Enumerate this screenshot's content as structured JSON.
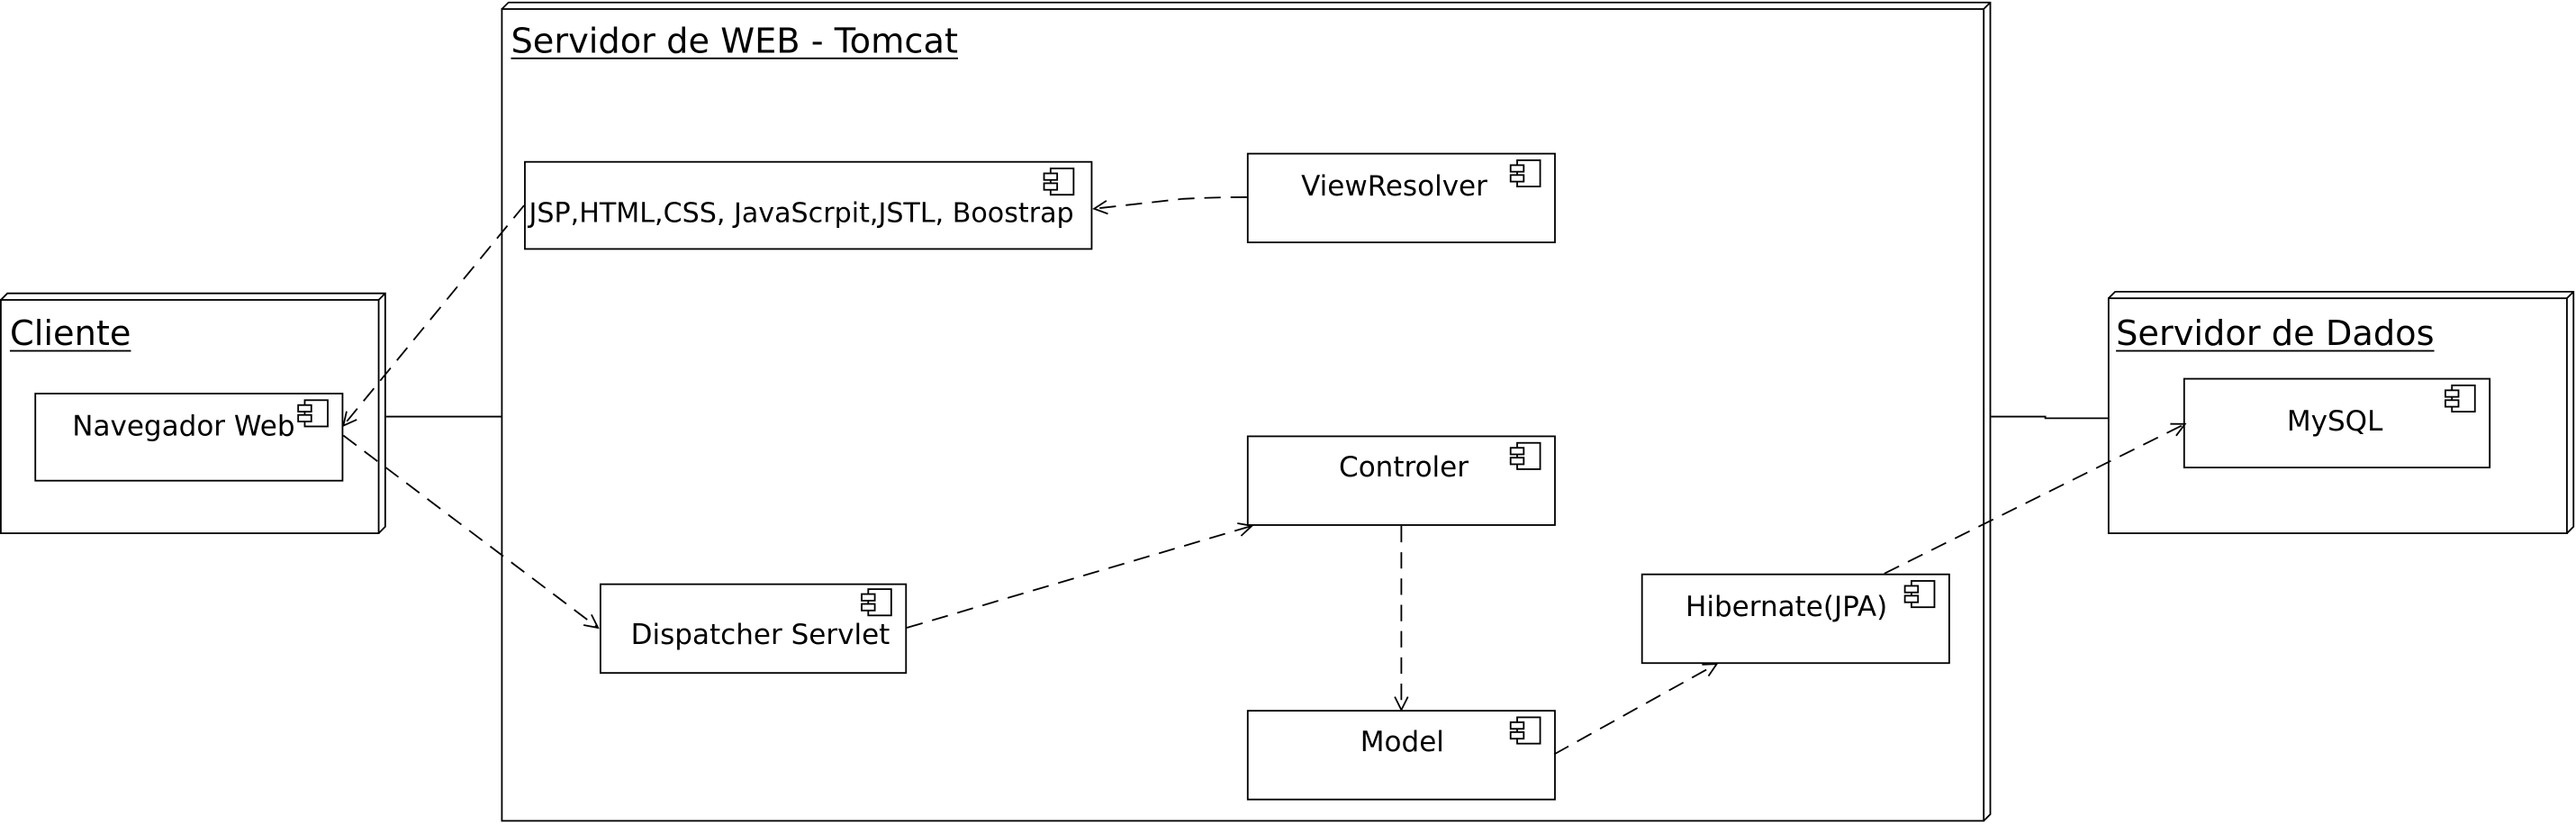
{
  "nodes": {
    "cliente": {
      "title": "Cliente"
    },
    "servidor_web": {
      "title": "Servidor de WEB - Tomcat"
    },
    "servidor_dados": {
      "title": "Servidor de Dados"
    }
  },
  "components": {
    "navegador": {
      "label": "Navegador Web"
    },
    "jsp": {
      "label": "JSP,HTML,CSS, JavaScrpit,JSTL, Boostrap"
    },
    "viewresolver": {
      "label": "ViewResolver"
    },
    "controler": {
      "label": "Controler"
    },
    "dispatcher": {
      "label": "Dispatcher Servlet"
    },
    "model": {
      "label": "Model"
    },
    "hibernate": {
      "label": "Hibernate(JPA)"
    },
    "mysql": {
      "label": "MySQL"
    }
  },
  "colors": {
    "stroke": "#000000",
    "background": "#ffffff"
  }
}
